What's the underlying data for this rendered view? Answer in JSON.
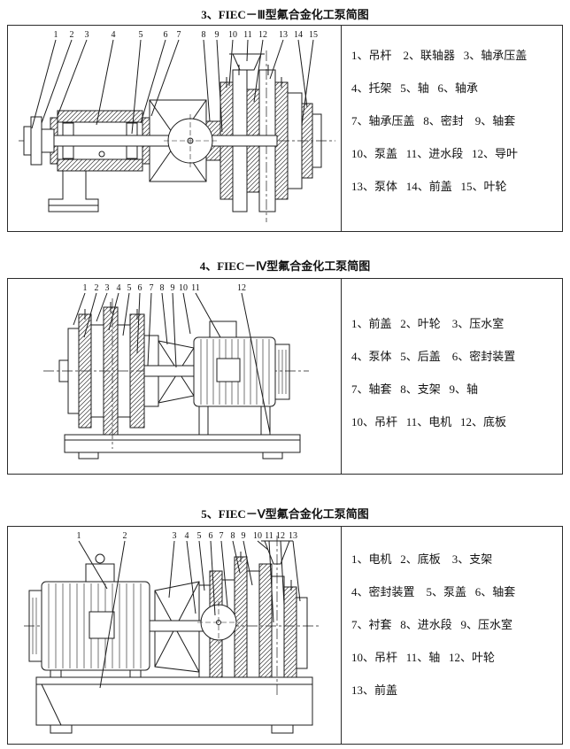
{
  "page": {
    "background": "#ffffff",
    "ink": "#1c1c1c"
  },
  "sections": [
    {
      "title": "3、FIEC－Ⅲ型氟合金化工泵简图",
      "callouts": [
        "1",
        "2",
        "3",
        "4",
        "5",
        "6",
        "7",
        "8",
        "9",
        "10",
        "11",
        "12",
        "13",
        "14",
        "15"
      ],
      "parts_lines": [
        "1、吊杆    2、联轴器   3、轴承压盖",
        "4、托架   5、轴   6、轴承",
        "7、轴承压盖   8、密封    9、轴套",
        "10、泵盖   11、进水段   12、导叶",
        "13、泵体   14、前盖   15、叶轮"
      ]
    },
    {
      "title": "4、FIEC－Ⅳ型氟合金化工泵简图",
      "callouts": [
        "1",
        "2",
        "3",
        "4",
        "5",
        "6",
        "7",
        "8",
        "9",
        "10",
        "11",
        "12"
      ],
      "parts_lines": [
        "1、前盖   2、叶轮    3、压水室",
        "4、泵体   5、后盖    6、密封装置",
        "7、轴套   8、支架   9、轴",
        "10、吊杆   11、电机   12、底板"
      ]
    },
    {
      "title": "5、FIEC－Ⅴ型氟合金化工泵简图",
      "callouts": [
        "1",
        "2",
        "3",
        "4",
        "5",
        "6",
        "7",
        "8",
        "9",
        "10",
        "11",
        "12",
        "13"
      ],
      "parts_lines": [
        "1、电机   2、底板    3、支架",
        "4、密封装置    5、泵盖   6、轴套",
        "7、衬套   8、进水段   9、压水室",
        "10、吊杆   11、轴   12、叶轮",
        "13、前盖"
      ]
    }
  ]
}
